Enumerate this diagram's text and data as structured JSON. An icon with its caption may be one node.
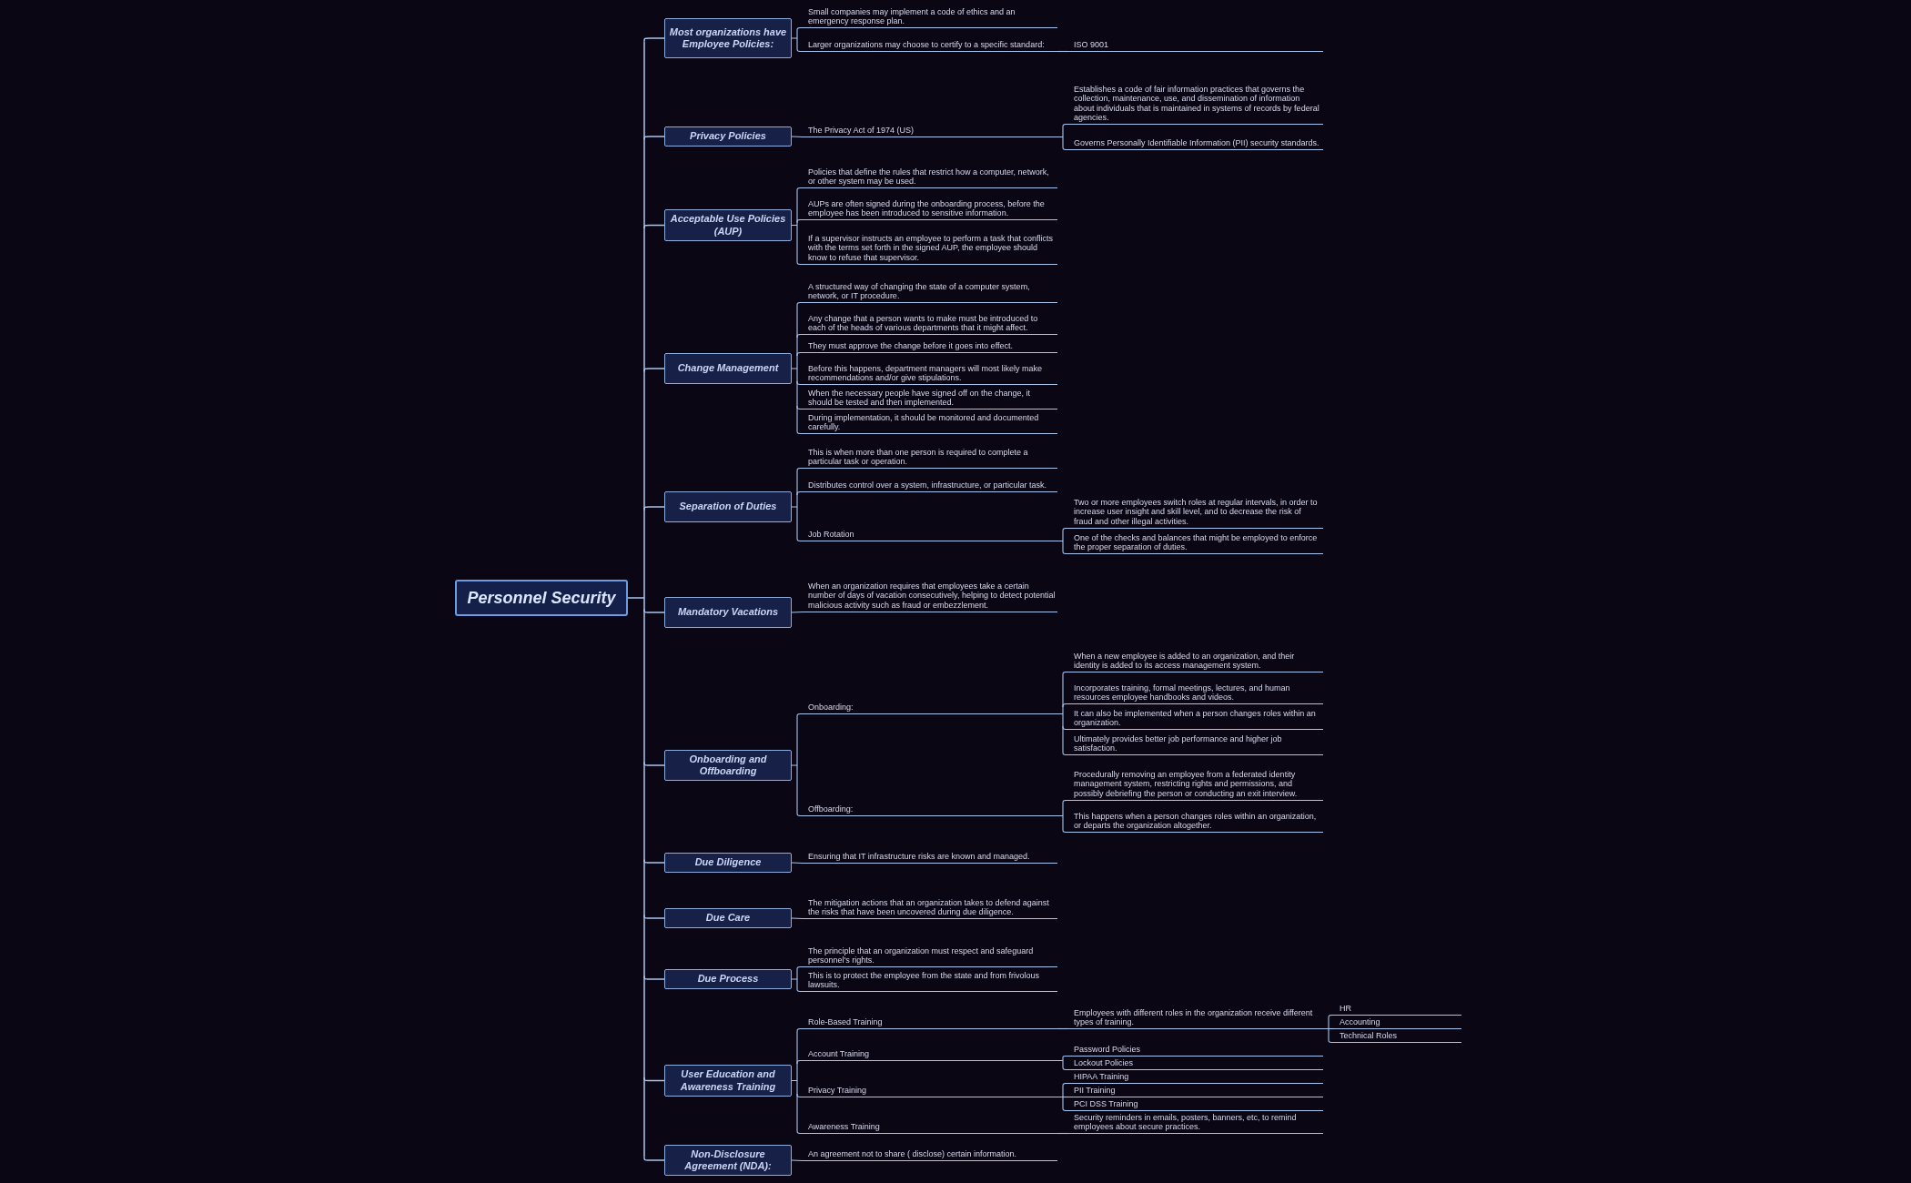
{
  "diagram": {
    "nodes": [
      {
        "text": [
          "Personnel Security"
        ]
      },
      {
        "text": [
          "Most organizations have Employee Policies:"
        ]
      },
      {
        "text": [
          "Small companies may implement a code of ethics and an emergency response plan."
        ]
      },
      {
        "text": [
          "Larger organizations may choose to certify to a specific standard:"
        ]
      },
      {
        "text": [
          "ISO 9001"
        ]
      },
      {
        "text": [
          "Privacy Policies"
        ]
      },
      {
        "text": [
          "The Privacy Act of 1974 (US)"
        ]
      },
      {
        "text": [
          "Establishes a code of fair information practices that governs the collection, maintenance, use, and dissemination of information about individuals that is maintained in systems of records by federal agencies."
        ]
      },
      {
        "text": [
          "Governs Personally Identifiable Information (PII) security standards."
        ]
      },
      {
        "text": [
          "Acceptable Use Policies (AUP)"
        ]
      },
      {
        "text": [
          "Policies that define the rules that restrict how a computer, network, or other system may be used."
        ]
      },
      {
        "text": [
          "AUPs are often signed during the onboarding process, before the employee has been introduced to sensitive information."
        ]
      },
      {
        "text": [
          "If a supervisor instructs an employee to perform a task that conflicts with the terms set forth in the signed AUP, the employee should know to refuse that supervisor."
        ]
      },
      {
        "text": [
          "Change Management"
        ]
      },
      {
        "text": [
          "A structured way of changing the state of a computer system, network, or IT procedure."
        ]
      },
      {
        "text": [
          "Any change that a person wants to make must be introduced to each of the heads of various departments that it might affect."
        ]
      },
      {
        "text": [
          "They must approve the change before it goes into effect."
        ]
      },
      {
        "text": [
          "Before this happens, department managers will most likely make recommendations and/or give stipulations."
        ]
      },
      {
        "text": [
          "When the necessary people have signed off on the change, it should be tested and then implemented."
        ]
      },
      {
        "text": [
          "During implementation, it should be monitored and documented carefully."
        ]
      },
      {
        "text": [
          "Separation of Duties"
        ]
      },
      {
        "text": [
          "This is when more than one person is required to complete a particular task or operation."
        ]
      },
      {
        "text": [
          "Distributes control over a system, infrastructure, or particular task."
        ]
      },
      {
        "text": [
          "Job Rotation"
        ]
      },
      {
        "text": [
          "Two or more employees switch roles at regular intervals, in order to increase user insight and skill level, and to decrease the risk of fraud and other illegal activities."
        ]
      },
      {
        "text": [
          "One of the checks and balances that might be employed to enforce the proper separation of duties."
        ]
      },
      {
        "text": [
          "Mandatory Vacations"
        ]
      },
      {
        "text": [
          "When an organization requires that employees take a certain number of days of vacation consecutively, helping to detect potential malicious activity such as fraud or embezzlement."
        ]
      },
      {
        "text": [
          "Onboarding and Offboarding"
        ]
      },
      {
        "text": [
          "Onboarding:"
        ]
      },
      {
        "text": [
          "When a new employee is added to an organization, and their identity is added to its access management system."
        ]
      },
      {
        "text": [
          "Incorporates training, formal meetings, lectures, and human resources employee handbooks and videos."
        ]
      },
      {
        "text": [
          "It can also be implemented when a person changes roles within an organization."
        ]
      },
      {
        "text": [
          "Ultimately provides better job performance and higher job satisfaction."
        ]
      },
      {
        "text": [
          "Offboarding:"
        ]
      },
      {
        "text": [
          "Procedurally removing an employee from a federated identity management system, restricting rights and permissions, and possibly debriefing the person or conducting an exit interview."
        ]
      },
      {
        "text": [
          "This happens when a person changes roles within an organization, or departs the organization altogether."
        ]
      },
      {
        "text": [
          "Due Diligence"
        ]
      },
      {
        "text": [
          "Ensuring that IT infrastructure risks are known and managed."
        ]
      },
      {
        "text": [
          "Due Care"
        ]
      },
      {
        "text": [
          "The mitigation actions that an organization takes to defend against the risks that have been uncovered during due diligence."
        ]
      },
      {
        "text": [
          "Due Process"
        ]
      },
      {
        "text": [
          "The principle that an organization must respect and safeguard personnel's rights."
        ]
      },
      {
        "text": [
          "This is to protect the employee from the state and from frivolous lawsuits."
        ]
      },
      {
        "text": [
          "User Education and Awareness Training"
        ]
      },
      {
        "text": [
          "Role-Based Training"
        ]
      },
      {
        "text": [
          "Employees with different roles in the organization receive different types of training."
        ]
      },
      {
        "text": [
          "HR"
        ]
      },
      {
        "text": [
          "Accounting"
        ]
      },
      {
        "text": [
          "Technical Roles"
        ]
      },
      {
        "text": [
          "Account Training"
        ]
      },
      {
        "text": [
          "Password Policies"
        ]
      },
      {
        "text": [
          "Lockout Policies"
        ]
      },
      {
        "text": [
          "Privacy Training"
        ]
      },
      {
        "text": [
          "HIPAA Training"
        ]
      },
      {
        "text": [
          "PII Training"
        ]
      },
      {
        "text": [
          "PCI DSS Training"
        ]
      },
      {
        "text": [
          "Awareness Training"
        ]
      },
      {
        "text": [
          "Security reminders in emails, posters, banners, etc, to remind employees about secure practices."
        ]
      },
      {
        "text": [
          "Non-Disclosure Agreement (NDA):"
        ]
      },
      {
        "text": [
          "An agreement not to share ( disclose) certain information."
        ]
      }
    ],
    "edges": [
      {
        "from": 0,
        "to": 1,
        "arrow": "none"
      },
      {
        "from": 1,
        "to": 2,
        "arrow": "none"
      },
      {
        "from": 1,
        "to": 3,
        "arrow": "none"
      },
      {
        "from": 3,
        "to": 4,
        "arrow": "none"
      },
      {
        "from": 0,
        "to": 5,
        "arrow": "none"
      },
      {
        "from": 5,
        "to": 6,
        "arrow": "none"
      },
      {
        "from": 6,
        "to": 7,
        "arrow": "none"
      },
      {
        "from": 6,
        "to": 8,
        "arrow": "none"
      },
      {
        "from": 0,
        "to": 9,
        "arrow": "none"
      },
      {
        "from": 9,
        "to": 10,
        "arrow": "none"
      },
      {
        "from": 9,
        "to": 11,
        "arrow": "none"
      },
      {
        "from": 9,
        "to": 12,
        "arrow": "none"
      },
      {
        "from": 0,
        "to": 13,
        "arrow": "none"
      },
      {
        "from": 13,
        "to": 14,
        "arrow": "none"
      },
      {
        "from": 13,
        "to": 15,
        "arrow": "none"
      },
      {
        "from": 13,
        "to": 16,
        "arrow": "none"
      },
      {
        "from": 13,
        "to": 17,
        "arrow": "none"
      },
      {
        "from": 13,
        "to": 18,
        "arrow": "none"
      },
      {
        "from": 13,
        "to": 19,
        "arrow": "none"
      },
      {
        "from": 0,
        "to": 20,
        "arrow": "none"
      },
      {
        "from": 20,
        "to": 21,
        "arrow": "none"
      },
      {
        "from": 20,
        "to": 22,
        "arrow": "none"
      },
      {
        "from": 20,
        "to": 23,
        "arrow": "none"
      },
      {
        "from": 23,
        "to": 24,
        "arrow": "none"
      },
      {
        "from": 23,
        "to": 25,
        "arrow": "none"
      },
      {
        "from": 0,
        "to": 26,
        "arrow": "none"
      },
      {
        "from": 26,
        "to": 27,
        "arrow": "none"
      },
      {
        "from": 0,
        "to": 28,
        "arrow": "none"
      },
      {
        "from": 28,
        "to": 29,
        "arrow": "none"
      },
      {
        "from": 29,
        "to": 30,
        "arrow": "none"
      },
      {
        "from": 29,
        "to": 31,
        "arrow": "none"
      },
      {
        "from": 29,
        "to": 32,
        "arrow": "none"
      },
      {
        "from": 29,
        "to": 33,
        "arrow": "none"
      },
      {
        "from": 28,
        "to": 34,
        "arrow": "none"
      },
      {
        "from": 34,
        "to": 35,
        "arrow": "none"
      },
      {
        "from": 34,
        "to": 36,
        "arrow": "none"
      },
      {
        "from": 0,
        "to": 37,
        "arrow": "none"
      },
      {
        "from": 37,
        "to": 38,
        "arrow": "none"
      },
      {
        "from": 0,
        "to": 39,
        "arrow": "none"
      },
      {
        "from": 39,
        "to": 40,
        "arrow": "none"
      },
      {
        "from": 0,
        "to": 41,
        "arrow": "none"
      },
      {
        "from": 41,
        "to": 42,
        "arrow": "none"
      },
      {
        "from": 41,
        "to": 43,
        "arrow": "none"
      },
      {
        "from": 0,
        "to": 44,
        "arrow": "none"
      },
      {
        "from": 44,
        "to": 45,
        "arrow": "none"
      },
      {
        "from": 45,
        "to": 46,
        "arrow": "none"
      },
      {
        "from": 46,
        "to": 47,
        "arrow": "none"
      },
      {
        "from": 46,
        "to": 48,
        "arrow": "none"
      },
      {
        "from": 46,
        "to": 49,
        "arrow": "none"
      },
      {
        "from": 44,
        "to": 50,
        "arrow": "none"
      },
      {
        "from": 50,
        "to": 51,
        "arrow": "none"
      },
      {
        "from": 50,
        "to": 52,
        "arrow": "none"
      },
      {
        "from": 44,
        "to": 53,
        "arrow": "none"
      },
      {
        "from": 53,
        "to": 54,
        "arrow": "none"
      },
      {
        "from": 53,
        "to": 55,
        "arrow": "none"
      },
      {
        "from": 53,
        "to": 56,
        "arrow": "none"
      },
      {
        "from": 44,
        "to": 57,
        "arrow": "none"
      },
      {
        "from": 57,
        "to": 58,
        "arrow": "none"
      },
      {
        "from": 0,
        "to": 59,
        "arrow": "none"
      },
      {
        "from": 59,
        "to": 60,
        "arrow": "none"
      }
    ]
  }
}
